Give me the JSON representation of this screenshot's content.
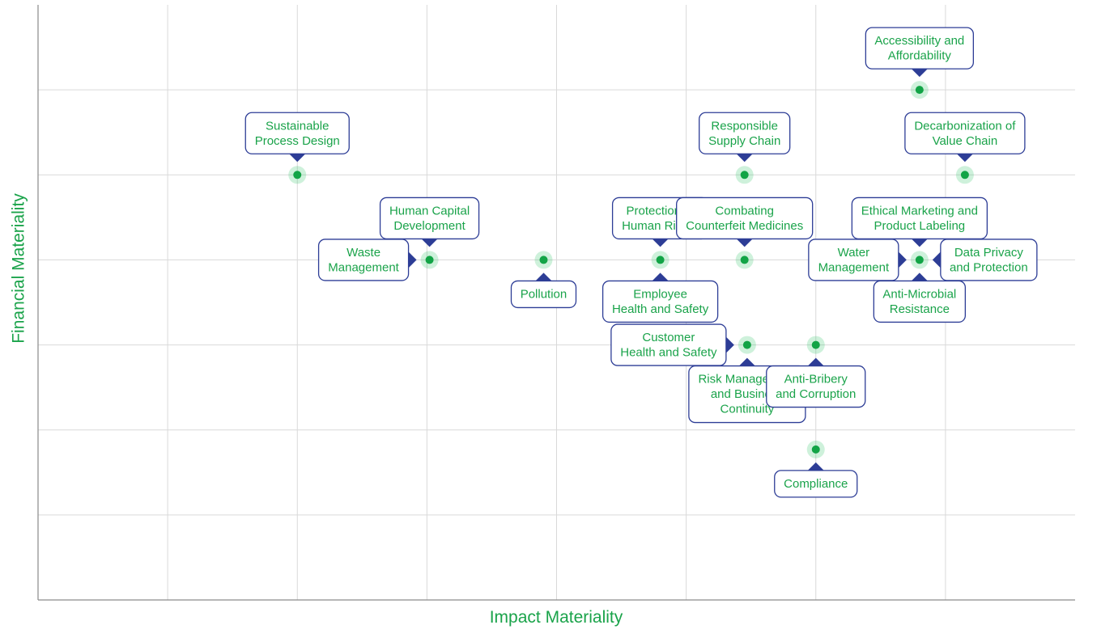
{
  "chart_data": {
    "type": "scatter",
    "title": "",
    "xlabel": "Impact Materiality",
    "ylabel": "Financial Materiality",
    "xlim": [
      0,
      8
    ],
    "ylim": [
      0,
      7
    ],
    "grid": true,
    "colors": {
      "point": "#12a446",
      "halo": "#1fbf5a",
      "label_border": "#2d3d96",
      "label_text": "#1aa34a",
      "axis_title": "#1aa34a"
    },
    "points": [
      {
        "lines": [
          "Accessibility and",
          "Affordability"
        ],
        "x": 6.8,
        "y": 6.0,
        "label_side": "above"
      },
      {
        "lines": [
          "Sustainable",
          "Process Design"
        ],
        "x": 2.0,
        "y": 5.0,
        "label_side": "above"
      },
      {
        "lines": [
          "Responsible",
          "Supply Chain"
        ],
        "x": 5.45,
        "y": 5.0,
        "label_side": "above"
      },
      {
        "lines": [
          "Decarbonization of",
          "Value Chain"
        ],
        "x": 7.15,
        "y": 5.0,
        "label_side": "above"
      },
      {
        "lines": [
          "Human Capital",
          "Development"
        ],
        "x": 3.02,
        "y": 4.0,
        "label_side": "above"
      },
      {
        "lines": [
          "Waste",
          "Management"
        ],
        "x": 3.02,
        "y": 4.0,
        "label_side": "left"
      },
      {
        "lines": [
          "Pollution"
        ],
        "x": 3.9,
        "y": 4.0,
        "label_side": "below"
      },
      {
        "lines": [
          "Protection of",
          "Human Rights"
        ],
        "x": 4.8,
        "y": 4.0,
        "label_side": "above"
      },
      {
        "lines": [
          "Employee",
          "Health and Safety"
        ],
        "x": 4.8,
        "y": 4.0,
        "label_side": "below"
      },
      {
        "lines": [
          "Combating",
          "Counterfeit Medicines"
        ],
        "x": 5.45,
        "y": 4.0,
        "label_side": "above"
      },
      {
        "lines": [
          "Ethical Marketing and",
          "Product Labeling"
        ],
        "x": 6.8,
        "y": 4.0,
        "label_side": "above"
      },
      {
        "lines": [
          "Water",
          "Management"
        ],
        "x": 6.8,
        "y": 4.0,
        "label_side": "left"
      },
      {
        "lines": [
          "Data Privacy",
          "and Protection"
        ],
        "x": 6.8,
        "y": 4.0,
        "label_side": "right"
      },
      {
        "lines": [
          "Anti-Microbial",
          "Resistance"
        ],
        "x": 6.8,
        "y": 4.0,
        "label_side": "below"
      },
      {
        "lines": [
          "Customer",
          "Health and Safety"
        ],
        "x": 5.47,
        "y": 3.0,
        "label_side": "left"
      },
      {
        "lines": [
          "Risk Management",
          "and Business",
          "Continuity"
        ],
        "x": 5.47,
        "y": 3.0,
        "label_side": "below"
      },
      {
        "lines": [
          "Anti-Bribery",
          "and Corruption"
        ],
        "x": 6.0,
        "y": 3.0,
        "label_side": "below"
      },
      {
        "lines": [
          "Compliance"
        ],
        "x": 6.0,
        "y": 1.77,
        "label_side": "below"
      }
    ]
  }
}
